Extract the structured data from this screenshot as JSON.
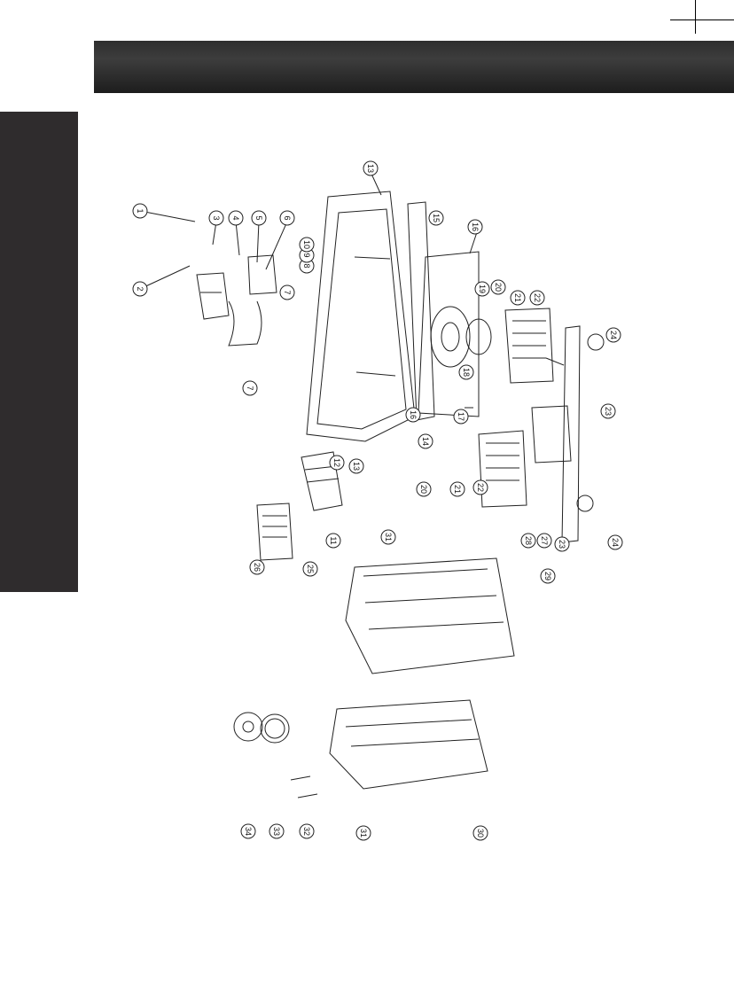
{
  "colors": {
    "header": "#2b2b2b",
    "side_tab": "#2f2c2d",
    "line": "#222222"
  },
  "diagram": {
    "callouts": [
      {
        "id": "c1",
        "label": "1"
      },
      {
        "id": "c2",
        "label": "2"
      },
      {
        "id": "c3",
        "label": "3"
      },
      {
        "id": "c4",
        "label": "4"
      },
      {
        "id": "c5",
        "label": "5"
      },
      {
        "id": "c6",
        "label": "6"
      },
      {
        "id": "c7a",
        "label": "7"
      },
      {
        "id": "c7b",
        "label": "7"
      },
      {
        "id": "c8a",
        "label": "8"
      },
      {
        "id": "c9a",
        "label": "9"
      },
      {
        "id": "c10a",
        "label": "10"
      },
      {
        "id": "c11",
        "label": "11"
      },
      {
        "id": "c12",
        "label": "12"
      },
      {
        "id": "c13a",
        "label": "13"
      },
      {
        "id": "c13b",
        "label": "13"
      },
      {
        "id": "c14",
        "label": "14"
      },
      {
        "id": "c15",
        "label": "15"
      },
      {
        "id": "c16a",
        "label": "16"
      },
      {
        "id": "c16b",
        "label": "16"
      },
      {
        "id": "c17",
        "label": "17"
      },
      {
        "id": "c18",
        "label": "18"
      },
      {
        "id": "c19",
        "label": "19"
      },
      {
        "id": "c20a",
        "label": "20"
      },
      {
        "id": "c20b",
        "label": "20"
      },
      {
        "id": "c21a",
        "label": "21"
      },
      {
        "id": "c21b",
        "label": "21"
      },
      {
        "id": "c22a",
        "label": "22"
      },
      {
        "id": "c22b",
        "label": "22"
      },
      {
        "id": "c23a",
        "label": "23"
      },
      {
        "id": "c23b",
        "label": "23"
      },
      {
        "id": "c24a",
        "label": "24"
      },
      {
        "id": "c24b",
        "label": "24"
      },
      {
        "id": "c25",
        "label": "25"
      },
      {
        "id": "c26",
        "label": "26"
      },
      {
        "id": "c27",
        "label": "27"
      },
      {
        "id": "c28",
        "label": "28"
      },
      {
        "id": "c29",
        "label": "29"
      },
      {
        "id": "c30",
        "label": "30"
      },
      {
        "id": "c31a",
        "label": "31"
      },
      {
        "id": "c31b",
        "label": "31"
      },
      {
        "id": "c32",
        "label": "32"
      },
      {
        "id": "c33",
        "label": "33"
      },
      {
        "id": "c34",
        "label": "34"
      }
    ]
  }
}
